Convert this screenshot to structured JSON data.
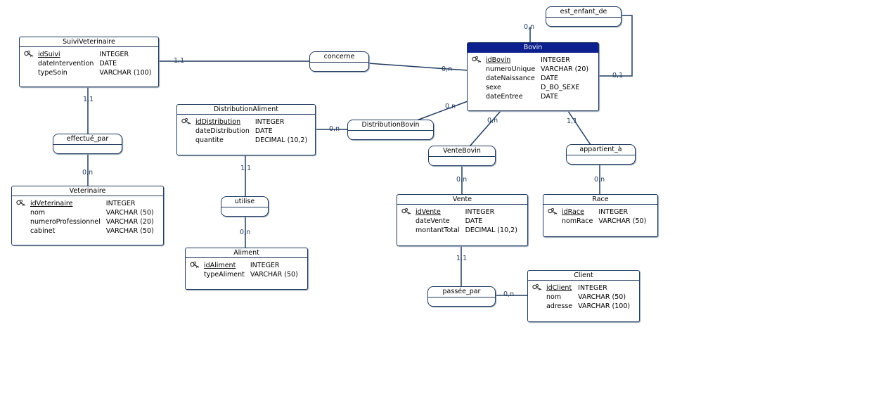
{
  "colors": {
    "line": "#1f3a5f",
    "selected_header": "#0b1f8f"
  },
  "entities": {
    "suivi": {
      "title": "SuiviVeterinaire",
      "attrs": [
        {
          "name": "idSuivi",
          "type": "INTEGER",
          "pk": true
        },
        {
          "name": "dateIntervention",
          "type": "DATE"
        },
        {
          "name": "typeSoin",
          "type": "VARCHAR (100)"
        }
      ]
    },
    "veterinaire": {
      "title": "Veterinaire",
      "attrs": [
        {
          "name": "idVeterinaire",
          "type": "INTEGER",
          "pk": true
        },
        {
          "name": "nom",
          "type": "VARCHAR (50)"
        },
        {
          "name": "numeroProfessionnel",
          "type": "VARCHAR (20)"
        },
        {
          "name": "cabinet",
          "type": "VARCHAR (50)"
        }
      ]
    },
    "distribution": {
      "title": "DistributionAliment",
      "attrs": [
        {
          "name": "idDistribution",
          "type": "INTEGER",
          "pk": true
        },
        {
          "name": "dateDistribution",
          "type": "DATE"
        },
        {
          "name": "quantite",
          "type": "DECIMAL (10,2)"
        }
      ]
    },
    "aliment": {
      "title": "Aliment",
      "attrs": [
        {
          "name": "idAliment",
          "type": "INTEGER",
          "pk": true
        },
        {
          "name": "typeAliment",
          "type": "VARCHAR (50)"
        }
      ]
    },
    "bovin": {
      "title": "Bovin",
      "selected": true,
      "attrs": [
        {
          "name": "idBovin",
          "type": "INTEGER",
          "pk": true
        },
        {
          "name": "numeroUnique",
          "type": "VARCHAR (20)"
        },
        {
          "name": "dateNaissance",
          "type": "DATE"
        },
        {
          "name": "sexe",
          "type": "D_BO_SEXE"
        },
        {
          "name": "dateEntree",
          "type": "DATE"
        }
      ]
    },
    "vente": {
      "title": "Vente",
      "attrs": [
        {
          "name": "idVente",
          "type": "INTEGER",
          "pk": true
        },
        {
          "name": "dateVente",
          "type": "DATE"
        },
        {
          "name": "montantTotal",
          "type": "DECIMAL (10,2)"
        }
      ]
    },
    "race": {
      "title": "Race",
      "attrs": [
        {
          "name": "idRace",
          "type": "INTEGER",
          "pk": true
        },
        {
          "name": "nomRace",
          "type": "VARCHAR (50)"
        }
      ]
    },
    "client": {
      "title": "Client",
      "attrs": [
        {
          "name": "idClient",
          "type": "INTEGER",
          "pk": true
        },
        {
          "name": "nom",
          "type": "VARCHAR (50)"
        },
        {
          "name": "adresse",
          "type": "VARCHAR (100)"
        }
      ]
    }
  },
  "associations": {
    "concerne": "concerne",
    "effectue_par": "effectué_par",
    "utilise": "utilise",
    "distributionBovin": "DistributionBovin",
    "venteBovin": "VenteBovin",
    "appartient_a": "appartient_à",
    "passee_par": "passée_par",
    "est_enfant_de": "est_enfant_de"
  },
  "cardinalities": {
    "suivi_concerne": "1,1",
    "bovin_concerne": "0,n",
    "suivi_effectue": "1,1",
    "vet_effectue": "0,n",
    "distrib_utilise": "1,1",
    "aliment_utilise": "0,n",
    "distrib_distribbovin": "0,n",
    "bovin_distribbovin": "0,n",
    "bovin_ventebovin": "0,n",
    "vente_ventebovin": "0,n",
    "bovin_appartient": "1,1",
    "race_appartient": "0,n",
    "vente_passee": "1,1",
    "client_passee": "0,n",
    "bovin_enfant_top": "0,n",
    "bovin_enfant_right": "0,1"
  }
}
